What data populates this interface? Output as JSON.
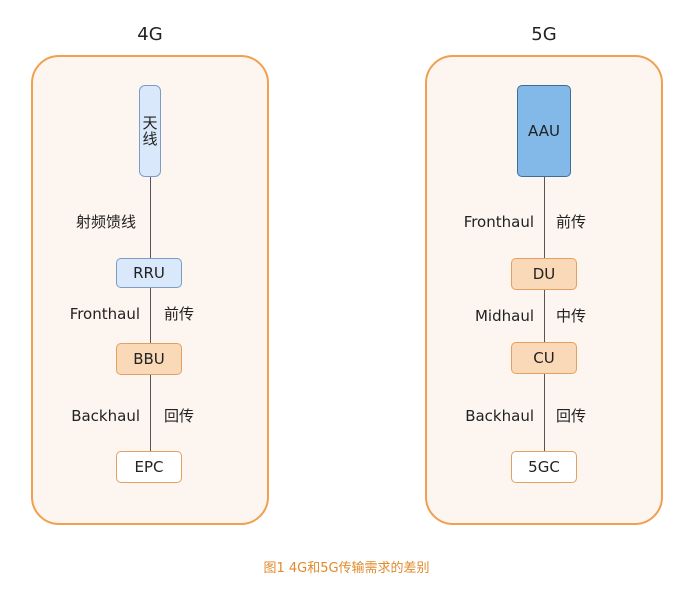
{
  "columns": {
    "left": {
      "title": "4G",
      "antenna": "天线",
      "link1": "射频馈线",
      "node1": "RRU",
      "link2_en": "Fronthaul",
      "link2_cn": "前传",
      "node2": "BBU",
      "link3_en": "Backhaul",
      "link3_cn": "回传",
      "node3": "EPC"
    },
    "right": {
      "title": "5G",
      "node0": "AAU",
      "link1_en": "Fronthaul",
      "link1_cn": "前传",
      "node1": "DU",
      "link2_en": "Midhaul",
      "link2_cn": "中传",
      "node2": "CU",
      "link3_en": "Backhaul",
      "link3_cn": "回传",
      "node3": "5GC"
    }
  },
  "caption": "图1 4G和5G传输需求的差别",
  "colors": {
    "panel_border": "#f0a050",
    "panel_fill": "#fdf5ef",
    "caption": "#e08a2b",
    "blue_node": "#dae8fc",
    "orange_node": "#fad9b8",
    "aau_fill": "#82b9e8"
  }
}
